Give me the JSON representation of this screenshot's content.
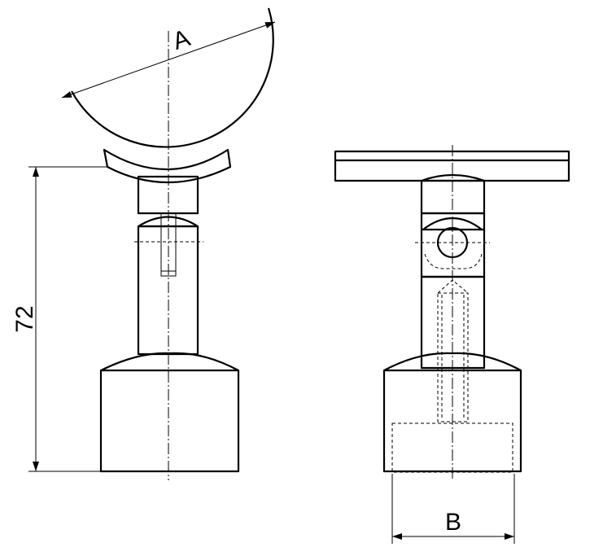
{
  "dimensions": {
    "height_label": "72",
    "arc_label": "A",
    "width_label": "B"
  },
  "colors": {
    "line": "#000000",
    "background": "#ffffff"
  }
}
